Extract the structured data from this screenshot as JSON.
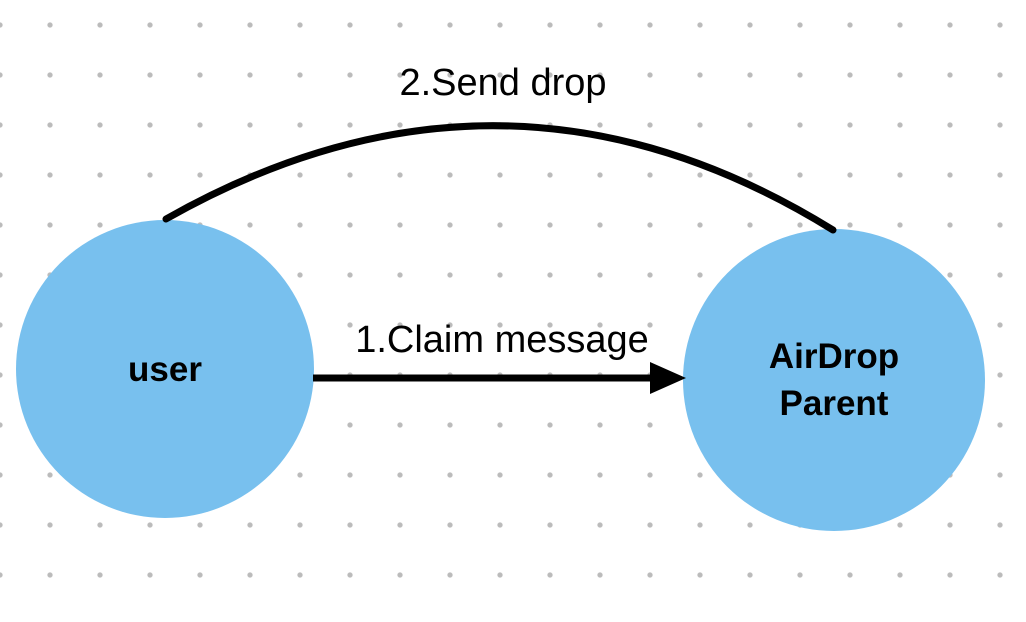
{
  "diagram": {
    "nodes": [
      {
        "id": "user",
        "label": "user"
      },
      {
        "id": "airdrop-parent",
        "label_line1": "AirDrop",
        "label_line2": "Parent"
      }
    ],
    "edges": [
      {
        "id": "claim-message",
        "label": "1.Claim message",
        "from": "user",
        "to": "airdrop-parent",
        "shape": "straight-arrow"
      },
      {
        "id": "send-drop",
        "label": "2.Send drop",
        "between": [
          "user",
          "airdrop-parent"
        ],
        "shape": "curved-arc"
      }
    ],
    "colors": {
      "node_fill": "#78C0EE",
      "connector": "#000000",
      "text": "#000000",
      "grid_dot": "#BBBBBB",
      "background": "#FFFFFF"
    }
  }
}
